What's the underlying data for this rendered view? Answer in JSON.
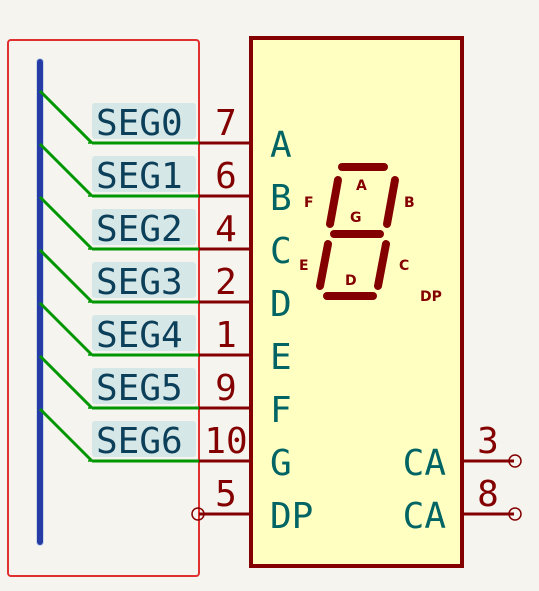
{
  "bus_labels": [
    "SEG0",
    "SEG1",
    "SEG2",
    "SEG3",
    "SEG4",
    "SEG5",
    "SEG6"
  ],
  "left_pins": [
    {
      "name": "A",
      "number": "7"
    },
    {
      "name": "B",
      "number": "6"
    },
    {
      "name": "C",
      "number": "4"
    },
    {
      "name": "D",
      "number": "2"
    },
    {
      "name": "E",
      "number": "1"
    },
    {
      "name": "F",
      "number": "9"
    },
    {
      "name": "G",
      "number": "10"
    },
    {
      "name": "DP",
      "number": "5"
    }
  ],
  "right_pins": [
    {
      "name": "CA",
      "number": "3"
    },
    {
      "name": "CA",
      "number": "8"
    }
  ],
  "segment_letters": {
    "a": "A",
    "b": "B",
    "c": "C",
    "d": "D",
    "e": "E",
    "f": "F",
    "g": "G",
    "dp": "DP"
  },
  "colors": {
    "background": "#f5f4ef",
    "body_fill": "#ffffc2",
    "body_stroke": "#840000",
    "pin_text": "#840000",
    "pin_name": "#006464",
    "bus": "#00008b",
    "wire": "#009600",
    "label_halo": "#9ecfd9",
    "selection": "#e03030"
  }
}
